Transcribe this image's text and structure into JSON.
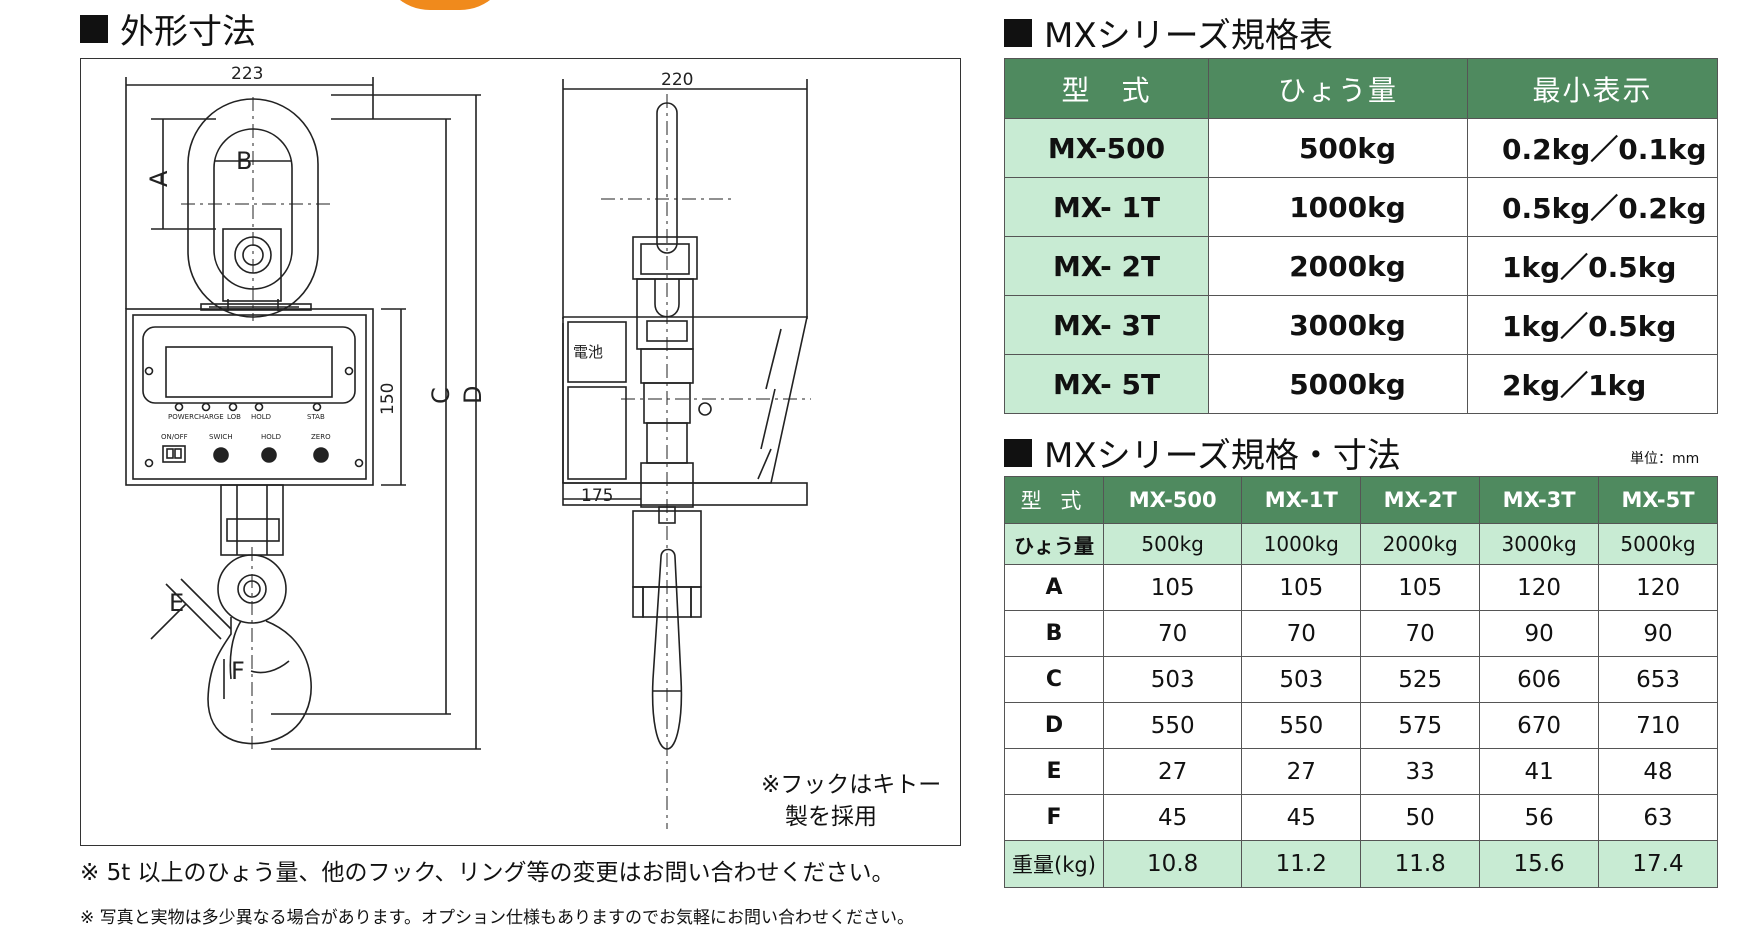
{
  "left": {
    "title": "外形寸法",
    "dims": {
      "width_front": "223",
      "width_side": "220",
      "depth_side": "175",
      "height_display": "150",
      "A": "A",
      "B": "B",
      "C": "C",
      "D": "D",
      "E": "E",
      "F": "F"
    },
    "display_labels": {
      "power": "POWER",
      "charge": "CHARGE",
      "lob": "LOB",
      "hold": "HOLD",
      "stab": "STAB",
      "onoff": "ON/OFF",
      "swich": "SWICH",
      "hold_btn": "HOLD",
      "zero": "ZERO"
    },
    "battery": "電池",
    "hook_note_line1": "※フックはキトー",
    "hook_note_line2": "製を採用",
    "note_main": "※ 5t 以上のひょう量、他のフック、リング等の変更はお問い合わせください。",
    "note_sub": "※ 写真と実物は多少異なる場合があります。オプション仕様もありますのでお気軽にお問い合わせください。"
  },
  "spec_table": {
    "title": "MXシリーズ規格表",
    "headers": [
      "型　式",
      "ひょう量",
      "最小表示"
    ],
    "rows": [
      {
        "model": "MX-500",
        "capacity": "500kg",
        "min": "0.2kg／0.1kg"
      },
      {
        "model": "MX- 1T",
        "capacity": "1000kg",
        "min": "0.5kg／0.2kg"
      },
      {
        "model": "MX- 2T",
        "capacity": "2000kg",
        "min": "1kg／0.5kg"
      },
      {
        "model": "MX- 3T",
        "capacity": "3000kg",
        "min": "1kg／0.5kg"
      },
      {
        "model": "MX- 5T",
        "capacity": "5000kg",
        "min": "2kg／1kg"
      }
    ]
  },
  "dim_table": {
    "title": "MXシリーズ規格・寸法",
    "unit": "単位：mm",
    "corner": "型 式",
    "models": [
      "MX-500",
      "MX-1T",
      "MX-2T",
      "MX-3T",
      "MX-5T"
    ],
    "capacity_label": "ひょう量",
    "capacities": [
      "500kg",
      "1000kg",
      "2000kg",
      "3000kg",
      "5000kg"
    ],
    "rows": [
      {
        "label": "A",
        "values": [
          "105",
          "105",
          "105",
          "120",
          "120"
        ]
      },
      {
        "label": "B",
        "values": [
          "70",
          "70",
          "70",
          "90",
          "90"
        ]
      },
      {
        "label": "C",
        "values": [
          "503",
          "503",
          "525",
          "606",
          "653"
        ]
      },
      {
        "label": "D",
        "values": [
          "550",
          "550",
          "575",
          "670",
          "710"
        ]
      },
      {
        "label": "E",
        "values": [
          "27",
          "27",
          "33",
          "41",
          "48"
        ]
      },
      {
        "label": "F",
        "values": [
          "45",
          "45",
          "50",
          "56",
          "63"
        ]
      }
    ],
    "weight_label": "重量(kg)",
    "weights": [
      "10.8",
      "11.2",
      "11.8",
      "15.6",
      "17.4"
    ]
  }
}
